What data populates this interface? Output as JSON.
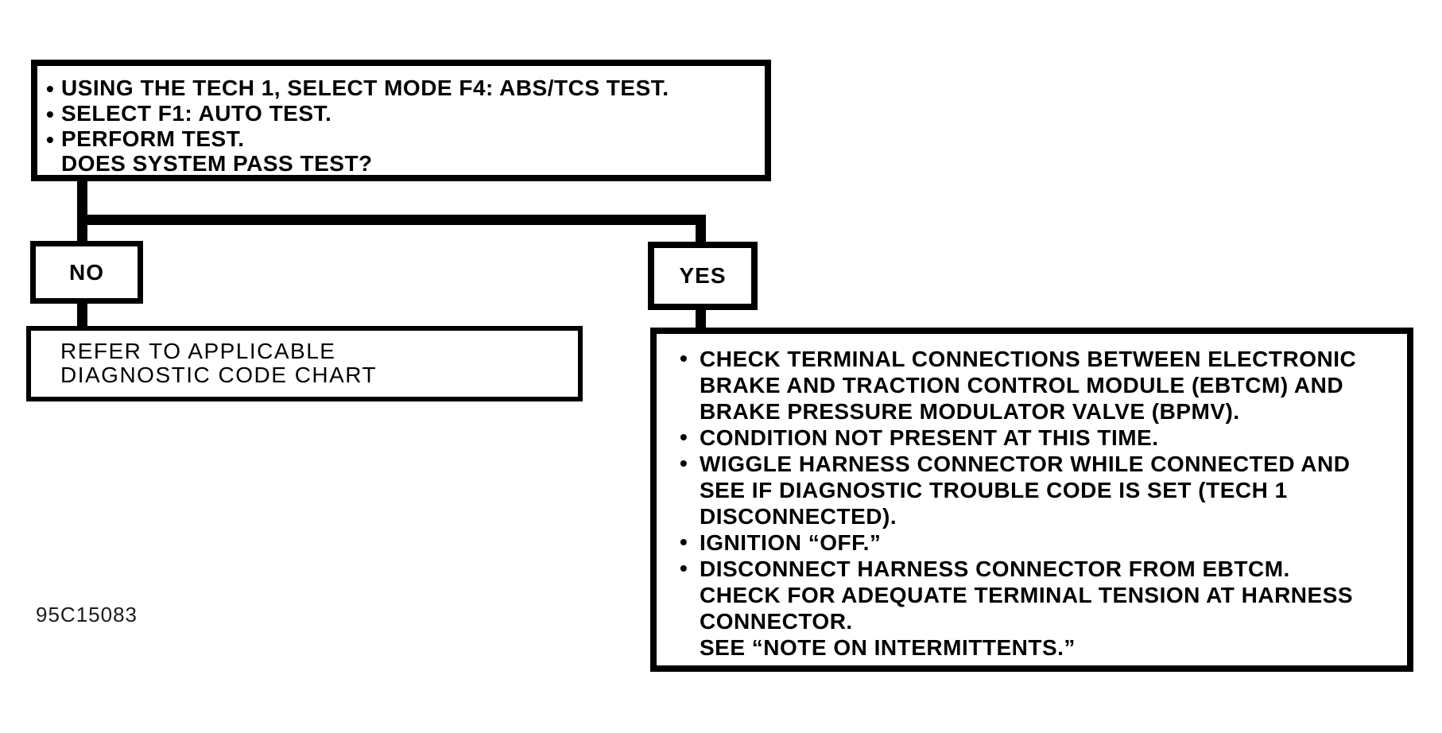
{
  "glyphs": {
    "bullet": "•"
  },
  "figure": {
    "id_label": "95C15083"
  },
  "flowchart": {
    "start_box": {
      "items": [
        {
          "lines": [
            "USING THE TECH 1, SELECT MODE F4: ABS/TCS TEST."
          ]
        },
        {
          "lines": [
            "SELECT F1: AUTO TEST."
          ]
        },
        {
          "lines": [
            "PERFORM TEST.",
            "DOES SYSTEM PASS TEST?"
          ]
        }
      ]
    },
    "no_branch": {
      "label": "NO",
      "result_lines": [
        "REFER TO APPLICABLE",
        "DIAGNOSTIC CODE CHART"
      ]
    },
    "yes_branch": {
      "label": "YES",
      "items": [
        {
          "lines": [
            "CHECK TERMINAL CONNECTIONS BETWEEN ELECTRONIC",
            "BRAKE AND TRACTION CONTROL MODULE (EBTCM) AND",
            "BRAKE PRESSURE MODULATOR VALVE (BPMV)."
          ]
        },
        {
          "lines": [
            "CONDITION NOT PRESENT AT THIS TIME."
          ]
        },
        {
          "lines": [
            "WIGGLE HARNESS CONNECTOR WHILE CONNECTED AND",
            "SEE IF DIAGNOSTIC TROUBLE CODE IS SET (TECH 1",
            "DISCONNECTED)."
          ]
        },
        {
          "lines": [
            "IGNITION “OFF.”"
          ]
        },
        {
          "lines": [
            "DISCONNECT HARNESS CONNECTOR FROM EBTCM.",
            "CHECK FOR ADEQUATE TERMINAL TENSION AT HARNESS",
            "CONNECTOR.",
            "SEE “NOTE ON INTERMITTENTS.”"
          ]
        }
      ]
    }
  }
}
